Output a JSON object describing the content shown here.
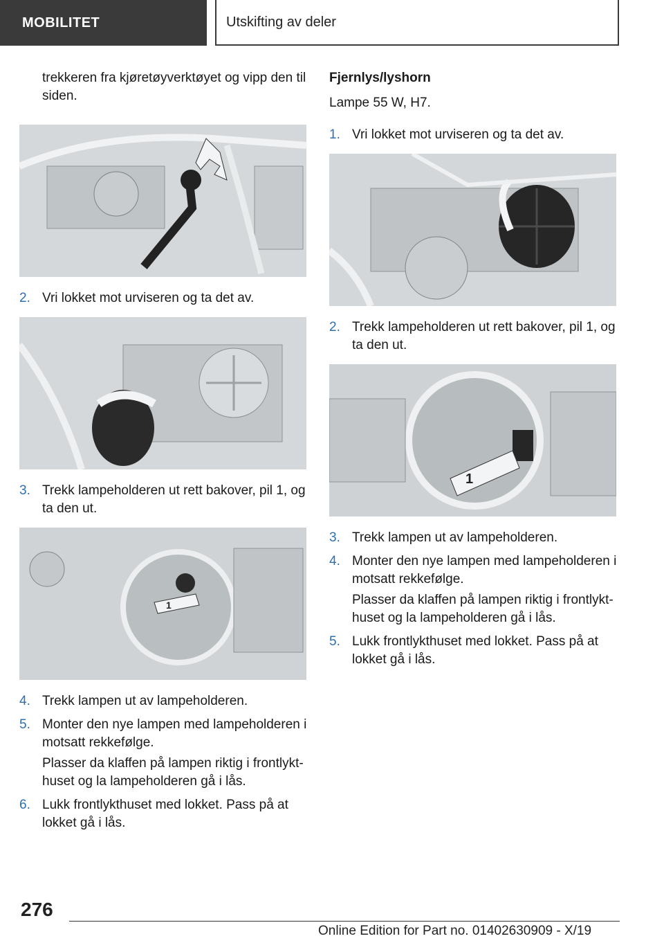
{
  "header": {
    "section": "MOBILITET",
    "chapter": "Utskifting av deler"
  },
  "left": {
    "continuation": "trekkeren fra kjøretøyverktøyet og vipp den til siden.",
    "steps": [
      {
        "num": "2.",
        "text": "Vri lokket mot urviseren og ta det av."
      },
      {
        "num": "3.",
        "text": "Trekk lampeholderen ut rett bakover, pil 1, og ta den ut."
      },
      {
        "num": "4.",
        "text": "Trekk lampen ut av lampeholderen."
      },
      {
        "num": "5.",
        "text": "Monter den nye lampen med lampeholderen i motsatt rekkefølge."
      },
      {
        "num": "6.",
        "text": "Lukk frontlykthuset med lokket. Pass på at lokket gå i lås."
      }
    ],
    "step5_note": "Plasser da klaffen på lampen riktig i frontlykt­huset og la lampeholderen gå i lås."
  },
  "right": {
    "heading": "Fjernlys/lyshorn",
    "lamp": "Lampe 55 W, H7.",
    "steps": [
      {
        "num": "1.",
        "text": "Vri lokket mot urviseren og ta det av."
      },
      {
        "num": "2.",
        "text": "Trekk lampeholderen ut rett bakover, pil 1, og ta den ut."
      },
      {
        "num": "3.",
        "text": "Trekk lampen ut av lampeholderen."
      },
      {
        "num": "4.",
        "text": "Monter den nye lampen med lampeholderen i motsatt rekkefølge."
      },
      {
        "num": "5.",
        "text": "Lukk frontlykthuset med lokket. Pass på at lokket gå i lås."
      }
    ],
    "step4_note": "Plasser da klaffen på lampen riktig i frontlykt­huset og la lampeholderen gå i lås."
  },
  "figures": {
    "arrow_label": "1"
  },
  "footer": {
    "page": "276",
    "edition": "Online Edition for Part no. 01402630909 - X/19"
  }
}
